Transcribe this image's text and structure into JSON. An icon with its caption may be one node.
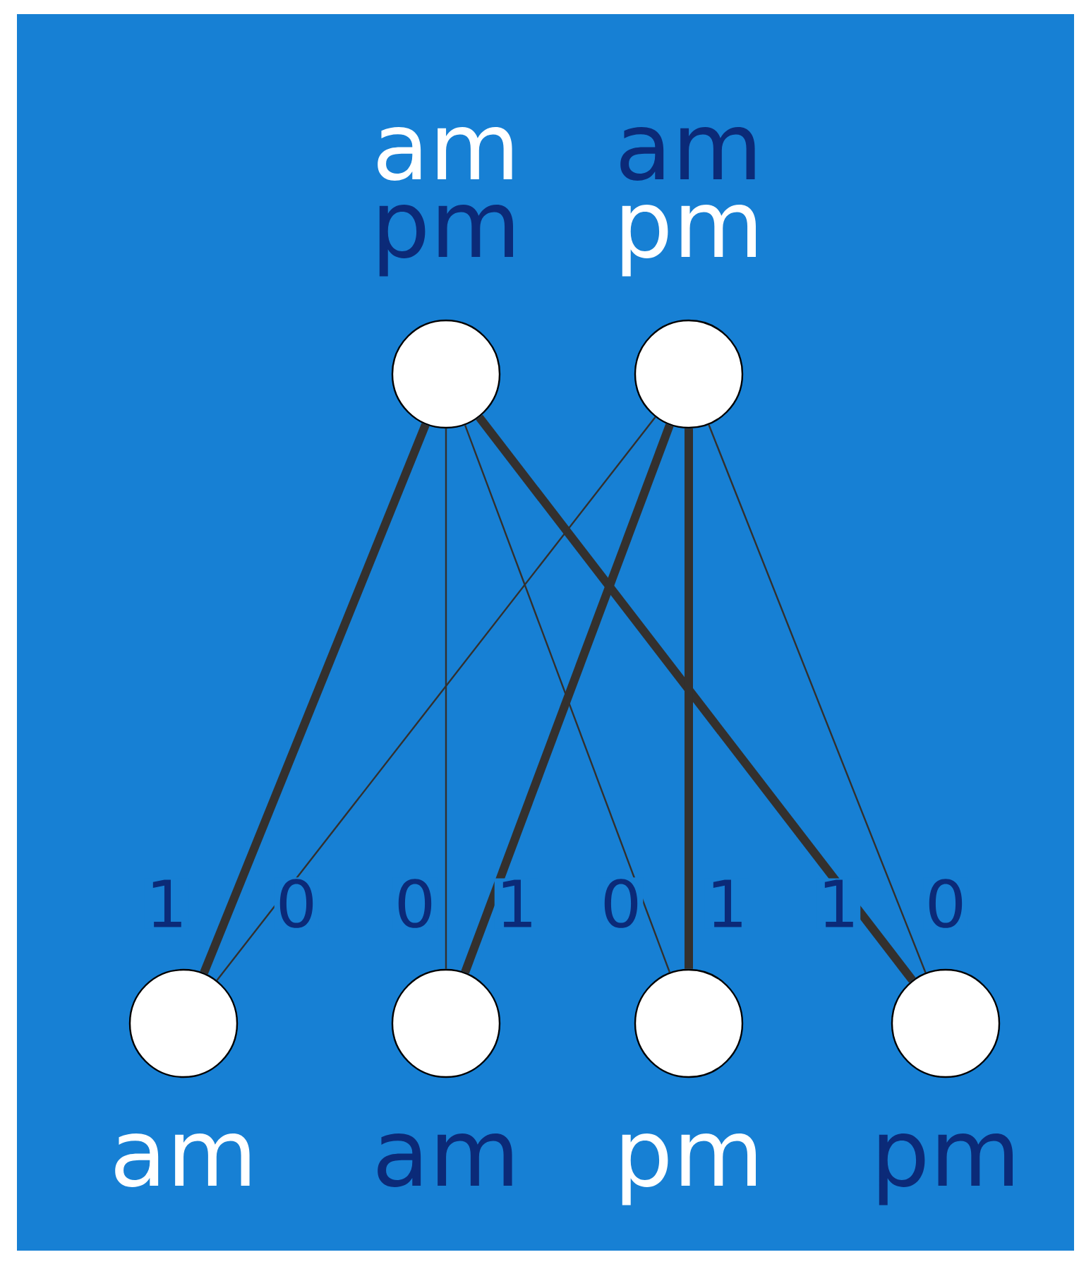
{
  "diagram": {
    "nodes": [
      {
        "text": [
          "am",
          "pm"
        ]
      },
      {
        "text": [
          "am",
          "pm"
        ]
      },
      {
        "text": [
          "am"
        ]
      },
      {
        "text": [
          "am"
        ]
      },
      {
        "text": [
          "pm"
        ]
      },
      {
        "text": [
          "pm"
        ]
      }
    ],
    "edges": [
      {
        "from": 0,
        "to": 2,
        "arrow": "none",
        "label": "1",
        "style": "thick"
      },
      {
        "from": 0,
        "to": 3,
        "arrow": "none",
        "label": "0"
      },
      {
        "from": 0,
        "to": 4,
        "arrow": "none",
        "label": "0"
      },
      {
        "from": 0,
        "to": 5,
        "arrow": "none",
        "label": "1",
        "style": "thick"
      },
      {
        "from": 1,
        "to": 2,
        "arrow": "none",
        "label": "0"
      },
      {
        "from": 1,
        "to": 3,
        "arrow": "none",
        "label": "1",
        "style": "thick"
      },
      {
        "from": 1,
        "to": 4,
        "arrow": "none",
        "label": "1",
        "style": "thick"
      },
      {
        "from": 1,
        "to": 5,
        "arrow": "none",
        "label": "0"
      }
    ]
  }
}
